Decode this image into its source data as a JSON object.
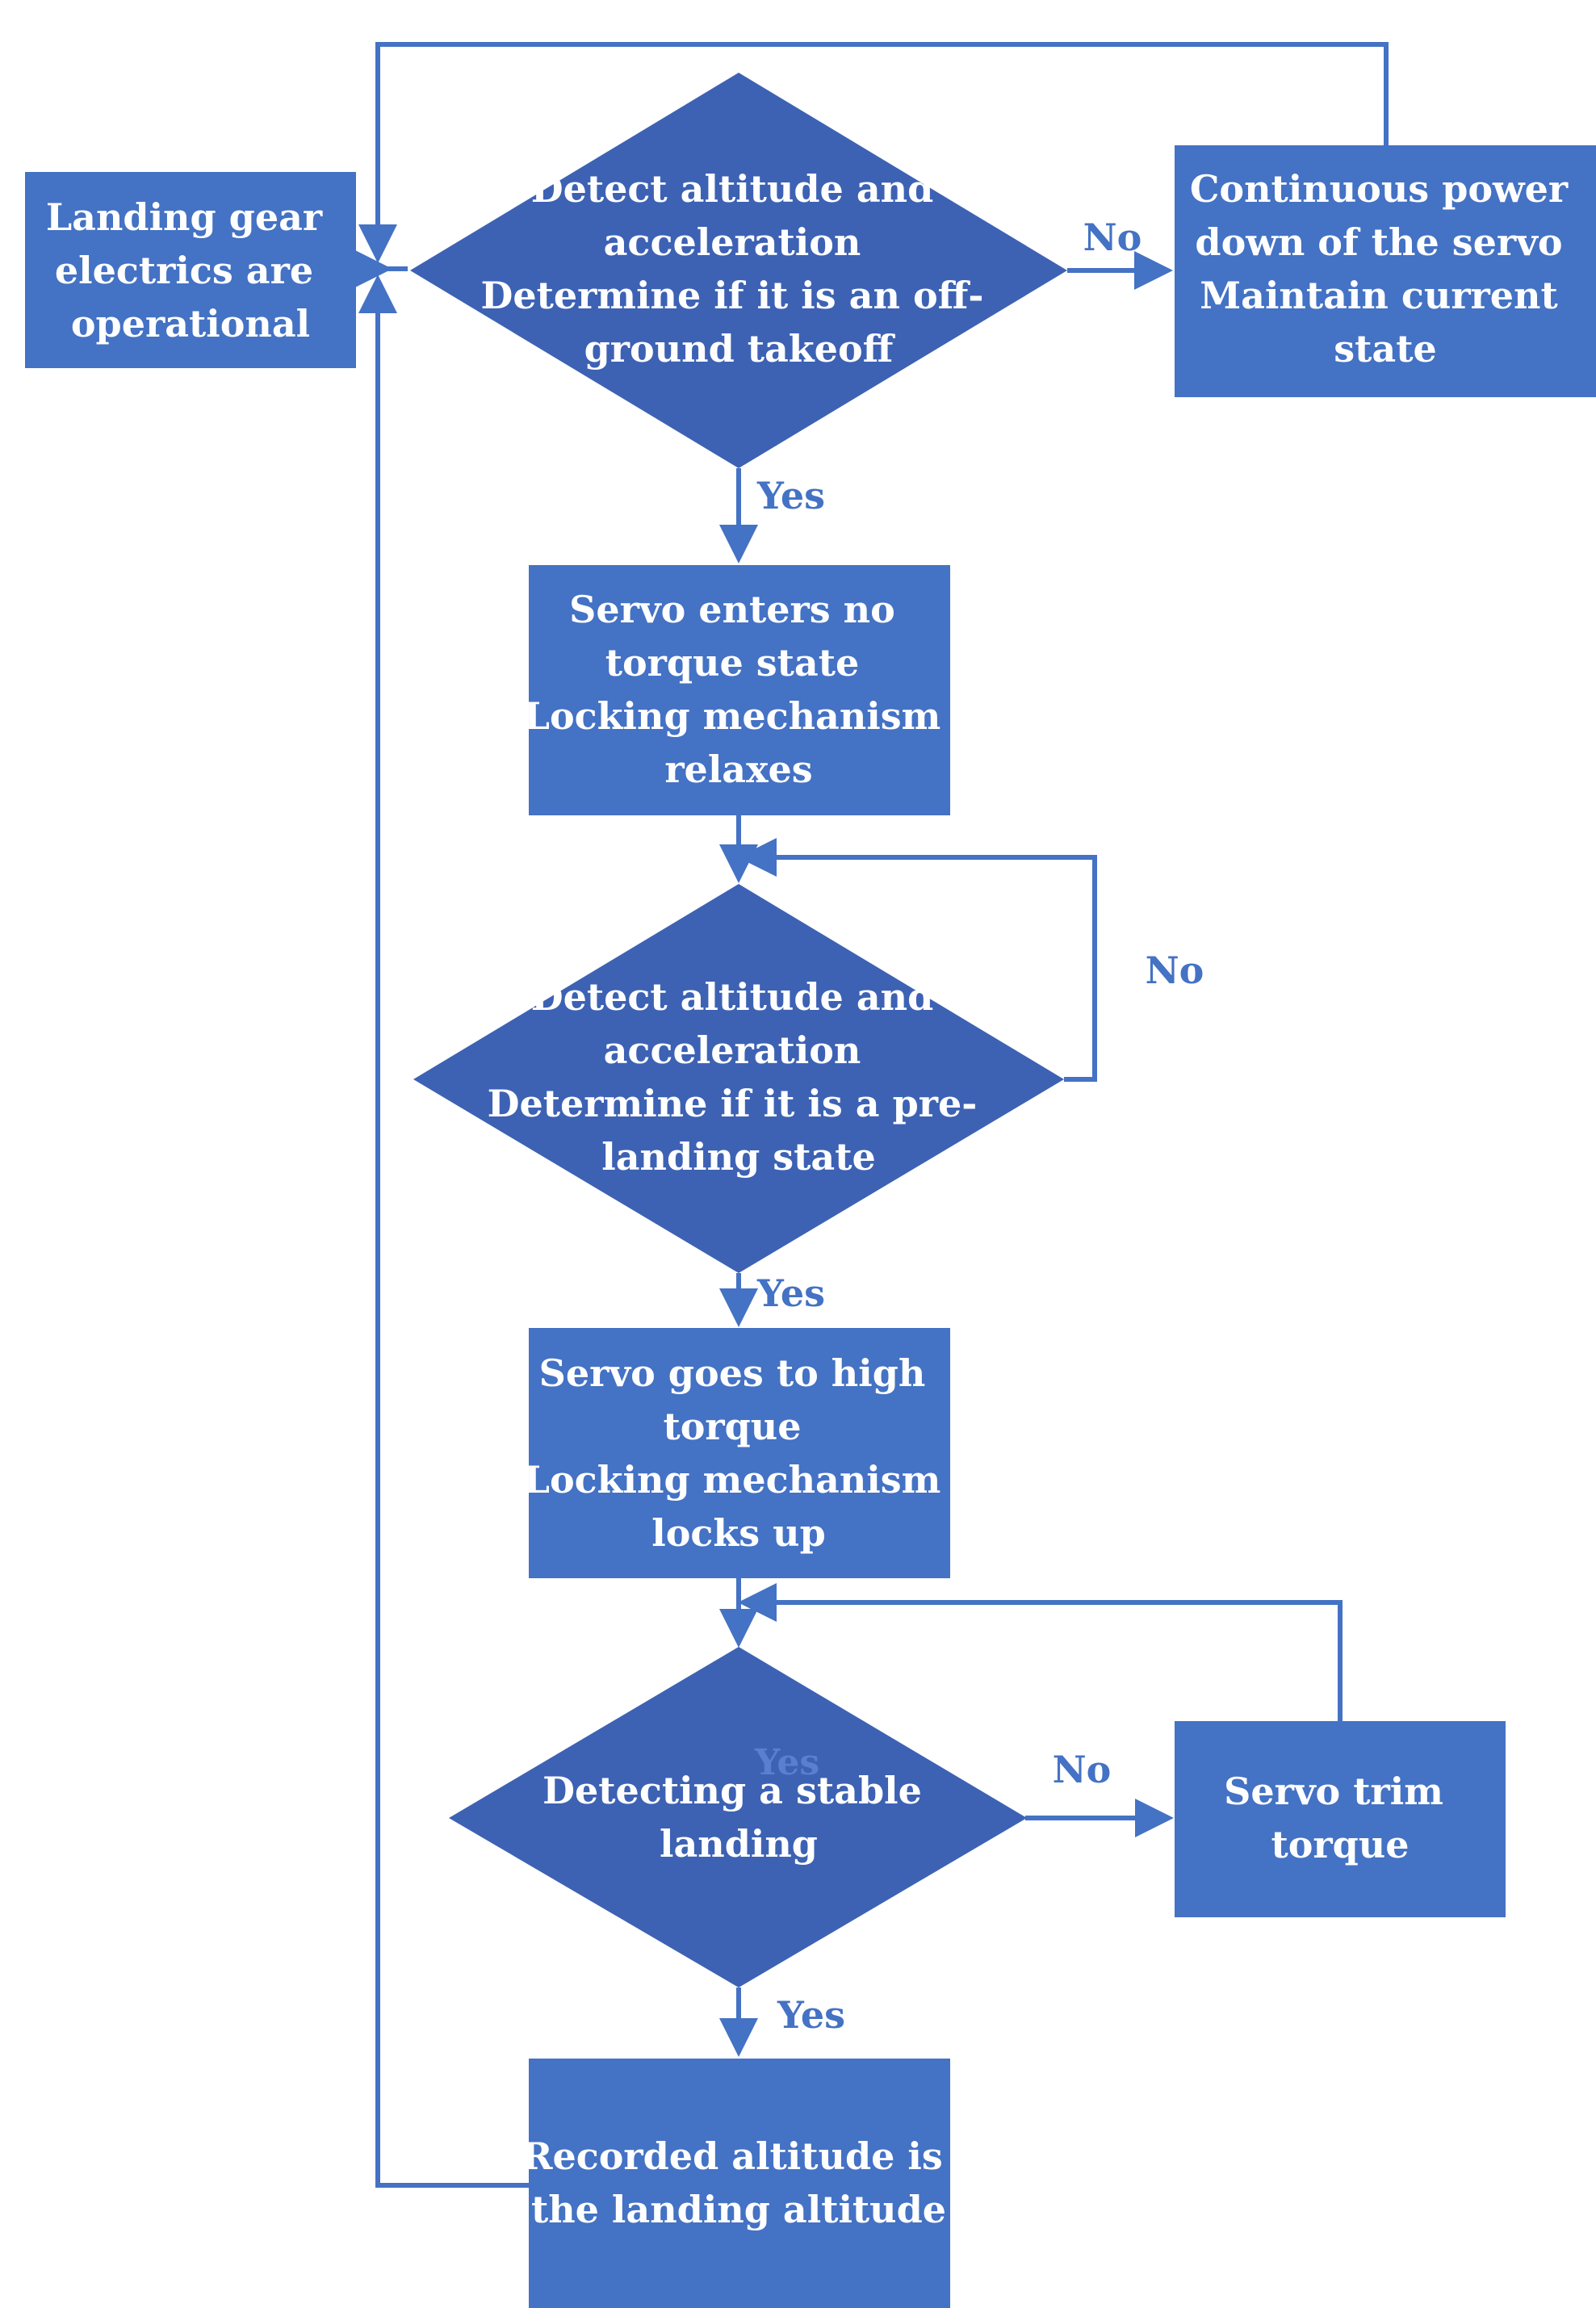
{
  "colors": {
    "box_fill": "#4472c4",
    "diamond_fill": "#3d62b4",
    "connector": "#4472c4",
    "node_text": "#ffffff",
    "edge_label": "#4472c4"
  },
  "nodes": {
    "start": {
      "lines": [
        "Landing gear",
        "electrics are",
        "operational"
      ]
    },
    "check_takeoff": {
      "lines": [
        "Detect altitude and",
        "acceleration",
        "Determine if it is an off-",
        "ground takeoff"
      ]
    },
    "power_down": {
      "lines": [
        "Continuous power",
        "down of the servo",
        "Maintain current",
        "state"
      ]
    },
    "no_torque": {
      "lines": [
        "Servo enters no",
        "torque state",
        "Locking mechanism",
        "relaxes"
      ]
    },
    "check_prelanding": {
      "lines": [
        "Detect altitude and",
        "acceleration",
        "Determine if it is a pre-",
        "landing state"
      ]
    },
    "high_torque": {
      "lines": [
        "Servo goes to high",
        "torque",
        "Locking mechanism",
        "locks up"
      ]
    },
    "check_stable": {
      "lines": [
        "Detecting a stable",
        "landing"
      ],
      "faint_overlay": "Yes"
    },
    "trim": {
      "lines": [
        "Servo trim",
        "torque"
      ]
    },
    "record": {
      "lines": [
        "Recorded altitude is",
        "the landing altitude"
      ]
    }
  },
  "edge_labels": {
    "takeoff_no": "No",
    "takeoff_yes": "Yes",
    "prelanding_no": "No",
    "prelanding_yes": "Yes",
    "stable_no": "No",
    "stable_yes": "Yes"
  }
}
